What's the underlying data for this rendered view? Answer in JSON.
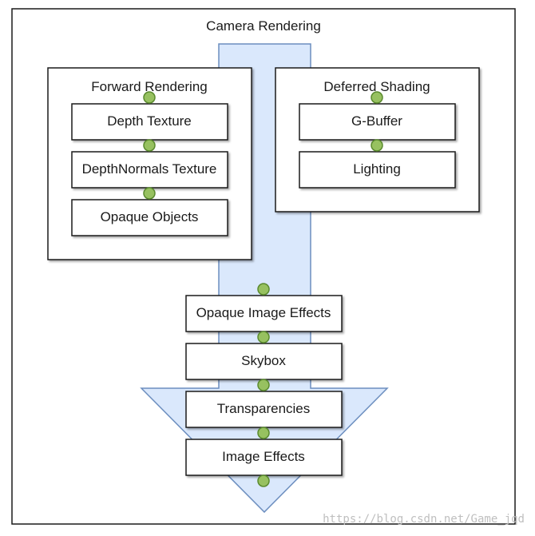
{
  "diagram": {
    "title": "Camera Rendering",
    "forward_group": {
      "title": "Forward Rendering",
      "steps": [
        "Depth Texture",
        "DepthNormals Texture",
        "Opaque Objects"
      ]
    },
    "deferred_group": {
      "title": "Deferred Shading",
      "steps": [
        "G-Buffer",
        "Lighting"
      ]
    },
    "pipeline_steps": [
      "Opaque Image Effects",
      "Skybox",
      "Transparencies",
      "Image Effects"
    ],
    "watermark": "https://blog.csdn.net/Game_jqd",
    "colors": {
      "arrow_fill": "#dae8fc",
      "arrow_stroke": "#6c8ebf",
      "connector_fill": "#97c160",
      "connector_stroke": "#5a8a2e",
      "box_stroke": "#1a1a1a"
    }
  }
}
